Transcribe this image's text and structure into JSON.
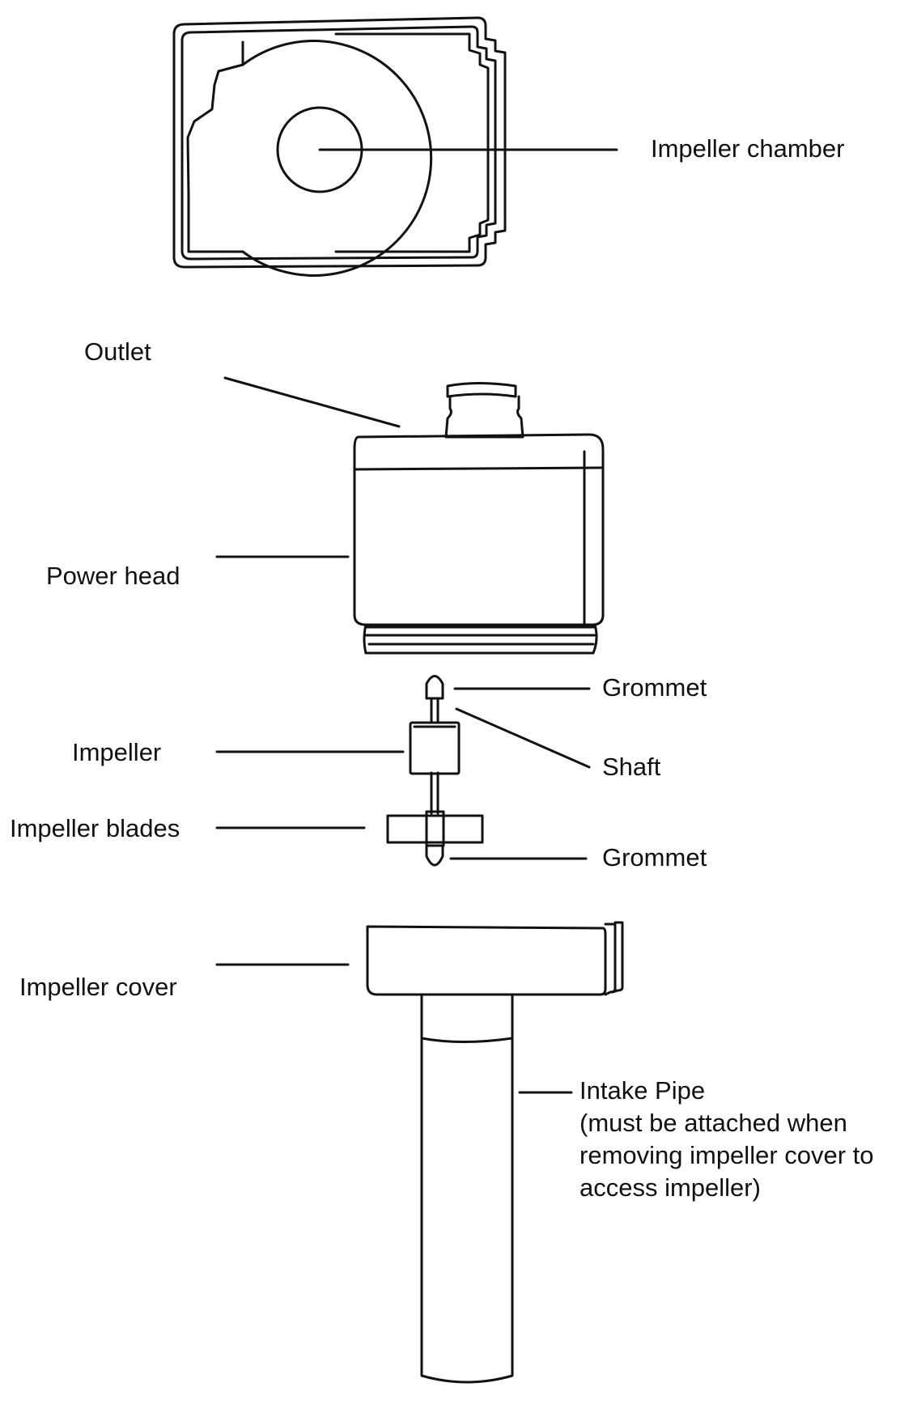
{
  "labels": {
    "impeller_chamber": "Impeller chamber",
    "outlet": "Outlet",
    "power_head": "Power head",
    "grommet_top": "Grommet",
    "impeller": "Impeller",
    "shaft": "Shaft",
    "impeller_blades": "Impeller blades",
    "grommet_bottom": "Grommet",
    "impeller_cover": "Impeller cover",
    "intake_pipe": [
      "Intake Pipe",
      "(must be attached when",
      "removing impeller cover to",
      "access impeller)"
    ]
  }
}
